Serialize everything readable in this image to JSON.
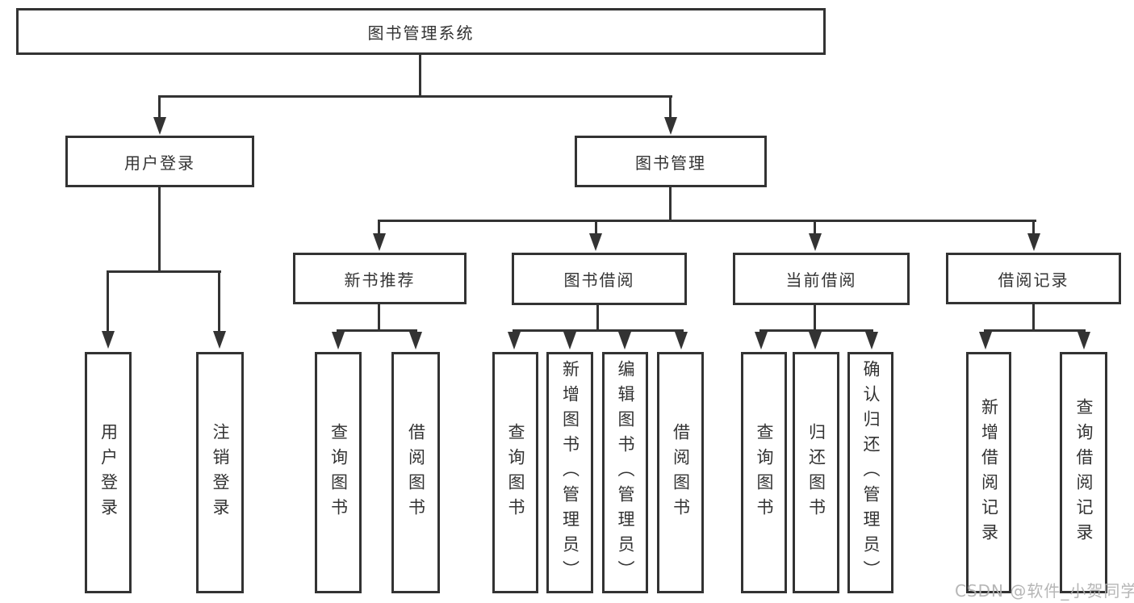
{
  "diagram_type": "hierarchy-tree",
  "nodes": {
    "root": "图书管理系统",
    "user_login": "用户登录",
    "book_management": "图书管理",
    "new_book_recommend": "新书推荐",
    "book_borrowing": "图书借阅",
    "current_borrowing": "当前借阅",
    "borrowing_records": "借阅记录",
    "ul_user_login": "用户登录",
    "ul_logout": "注销登录",
    "nbr_query_books": "查询图书",
    "nbr_borrow_books": "借阅图书",
    "bb_query_books": "查询图书",
    "bb_add_books_admin": "新增图书（管理员）",
    "bb_edit_books_admin": "编辑图书（管理员）",
    "bb_borrow_books": "借阅图书",
    "cb_query_books": "查询图书",
    "cb_return_books": "归还图书",
    "cb_confirm_return_admin": "确认归还（管理员）",
    "br_add_record": "新增借阅记录",
    "br_query_record": "查询借阅记录"
  },
  "hierarchy": {
    "图书管理系统": {
      "用户登录": [
        "用户登录",
        "注销登录"
      ],
      "图书管理": {
        "新书推荐": [
          "查询图书",
          "借阅图书"
        ],
        "图书借阅": [
          "查询图书",
          "新增图书（管理员）",
          "编辑图书（管理员）",
          "借阅图书"
        ],
        "当前借阅": [
          "查询图书",
          "归还图书",
          "确认归还（管理员）"
        ],
        "借阅记录": [
          "新增借阅记录",
          "查询借阅记录"
        ]
      }
    }
  },
  "watermark": "CSDN @软件_小贺同学",
  "colors": {
    "line": "#333333",
    "text": "#333333",
    "box_fill": "#ffffff",
    "background": "#ffffff",
    "watermark": "#b0b0b0"
  }
}
